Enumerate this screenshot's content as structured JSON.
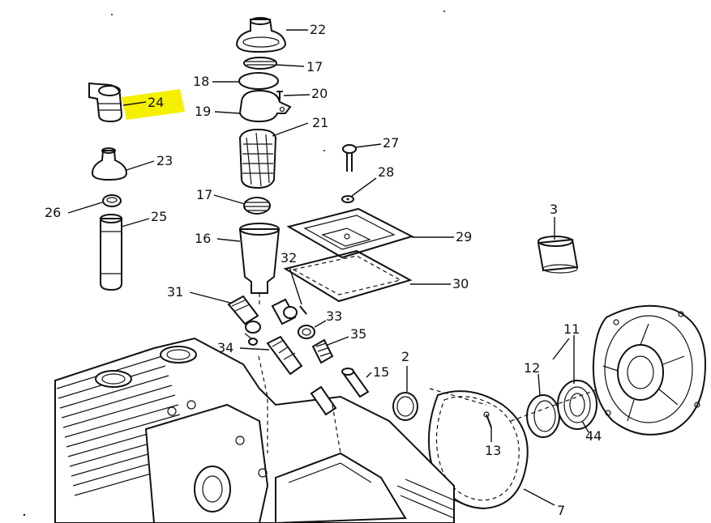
{
  "highlight_color": "#f5ef00",
  "ink_color": "#111111",
  "callouts": {
    "c22": "22",
    "c17a": "17",
    "c18": "18",
    "c20": "20",
    "c24": "24",
    "c19": "19",
    "c21": "21",
    "c27": "27",
    "c23": "23",
    "c28": "28",
    "c17b": "17",
    "c26": "26",
    "c25": "25",
    "c3": "3",
    "c16": "16",
    "c29": "29",
    "c32": "32",
    "c30": "30",
    "c31": "31",
    "c33": "33",
    "c35": "35",
    "c11": "11",
    "c34": "34",
    "c2": "2",
    "c12": "12",
    "c15": "15",
    "c44": "44",
    "c13": "13",
    "c7": "7"
  }
}
